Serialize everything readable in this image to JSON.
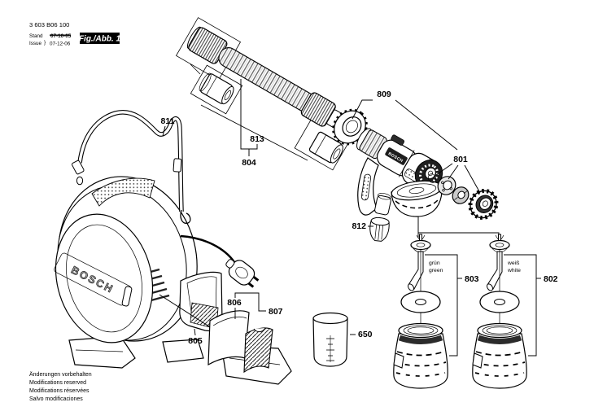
{
  "document": {
    "type_number": "3 603 B06 100",
    "stand_label": "Stand",
    "issue_label": "Issue",
    "date_old": "07-10-05",
    "date_new": "07-12-06",
    "figure_label": "Fig./Abb. 1",
    "notes": {
      "line1": "Änderungen vorbehalten",
      "line2": "Modifications reserved",
      "line3": "Modifications réservées",
      "line4": "Salvo modificaciones"
    }
  },
  "brand": {
    "logo": "BOSCH"
  },
  "callouts": {
    "strap": "811",
    "hose_coupling": "813",
    "hose": "804",
    "spray_gun": "809",
    "nozzle_set": "801",
    "valve_insert": "812",
    "container_green": "803",
    "container_white": "802",
    "filter_pad": "806",
    "filter_cover": "807",
    "gun_holder": "805",
    "measuring_beaker": "650"
  },
  "color_marks": {
    "green_de": "grün",
    "green_en": "green",
    "white_de": "weiß",
    "white_en": "white"
  },
  "colors": {
    "ink": "#000000",
    "paper": "#ffffff",
    "badge_bg": "#000000",
    "badge_fg": "#ffffff"
  }
}
